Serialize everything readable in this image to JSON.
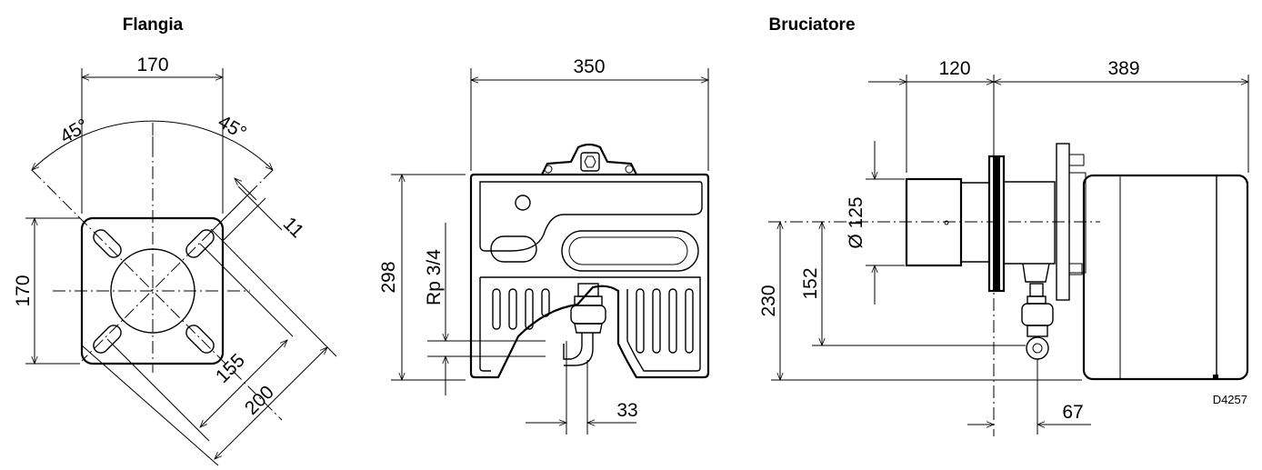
{
  "titles": {
    "flange": "Flangia",
    "burner": "Bruciatore"
  },
  "flange": {
    "width": "170",
    "height": "170",
    "angle_left": "45°",
    "angle_right": "45°",
    "slot": "11",
    "hole_spacing": "155",
    "diagonal": "200"
  },
  "front": {
    "width": "350",
    "height": "298",
    "connection": "Rp 3/4",
    "offset": "33"
  },
  "side": {
    "tube_length": "120",
    "body_length": "389",
    "diameter": "Ø 125",
    "axis_height": "230",
    "connection_height": "152",
    "connection_offset": "67"
  },
  "drawing_code": "D4257"
}
